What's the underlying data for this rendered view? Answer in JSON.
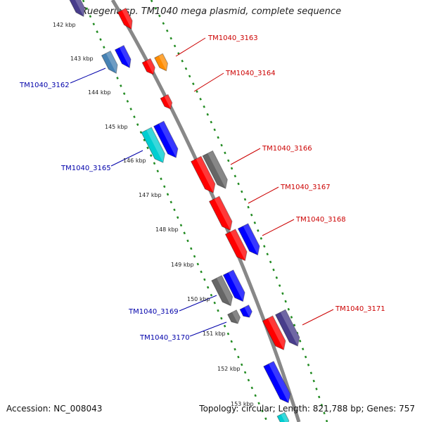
{
  "title": "Ruegeria sp. TM1040 mega plasmid, complete sequence",
  "footer": {
    "accession": "Accession: NC_008043",
    "summary": "Topology: circular; Length: 821,788 bp; Genes: 757"
  },
  "ruler": {
    "ticks": [
      "142 kbp",
      "143 kbp",
      "144 kbp",
      "145 kbp",
      "146 kbp",
      "147 kbp",
      "148 kbp",
      "149 kbp",
      "150 kbp",
      "151 kbp",
      "152 kbp"
    ]
  },
  "gene_labels": {
    "TM1040_3162": "TM1040_3162",
    "TM1040_3163": "TM1040_3163",
    "TM1040_3164": "TM1040_3164",
    "TM1040_3165": "TM1040_3165",
    "TM1040_3166": "TM1040_3166",
    "TM1040_3167": "TM1040_3167",
    "TM1040_3168": "TM1040_3168",
    "TM1040_3169": "TM1040_3169",
    "TM1040_3170": "TM1040_3170",
    "TM1040_3171": "TM1040_3171"
  },
  "colors": {
    "red": "#ff0000",
    "blue": "#0000ff",
    "grey": "#666666",
    "steel": "#4682b4",
    "cyan": "#00ced1",
    "orange": "#ff8c00",
    "purple": "#483d8b",
    "label_forward": "#cc0000",
    "label_reverse": "#0000aa",
    "dots": "#228b22",
    "backbone": "#888888"
  }
}
